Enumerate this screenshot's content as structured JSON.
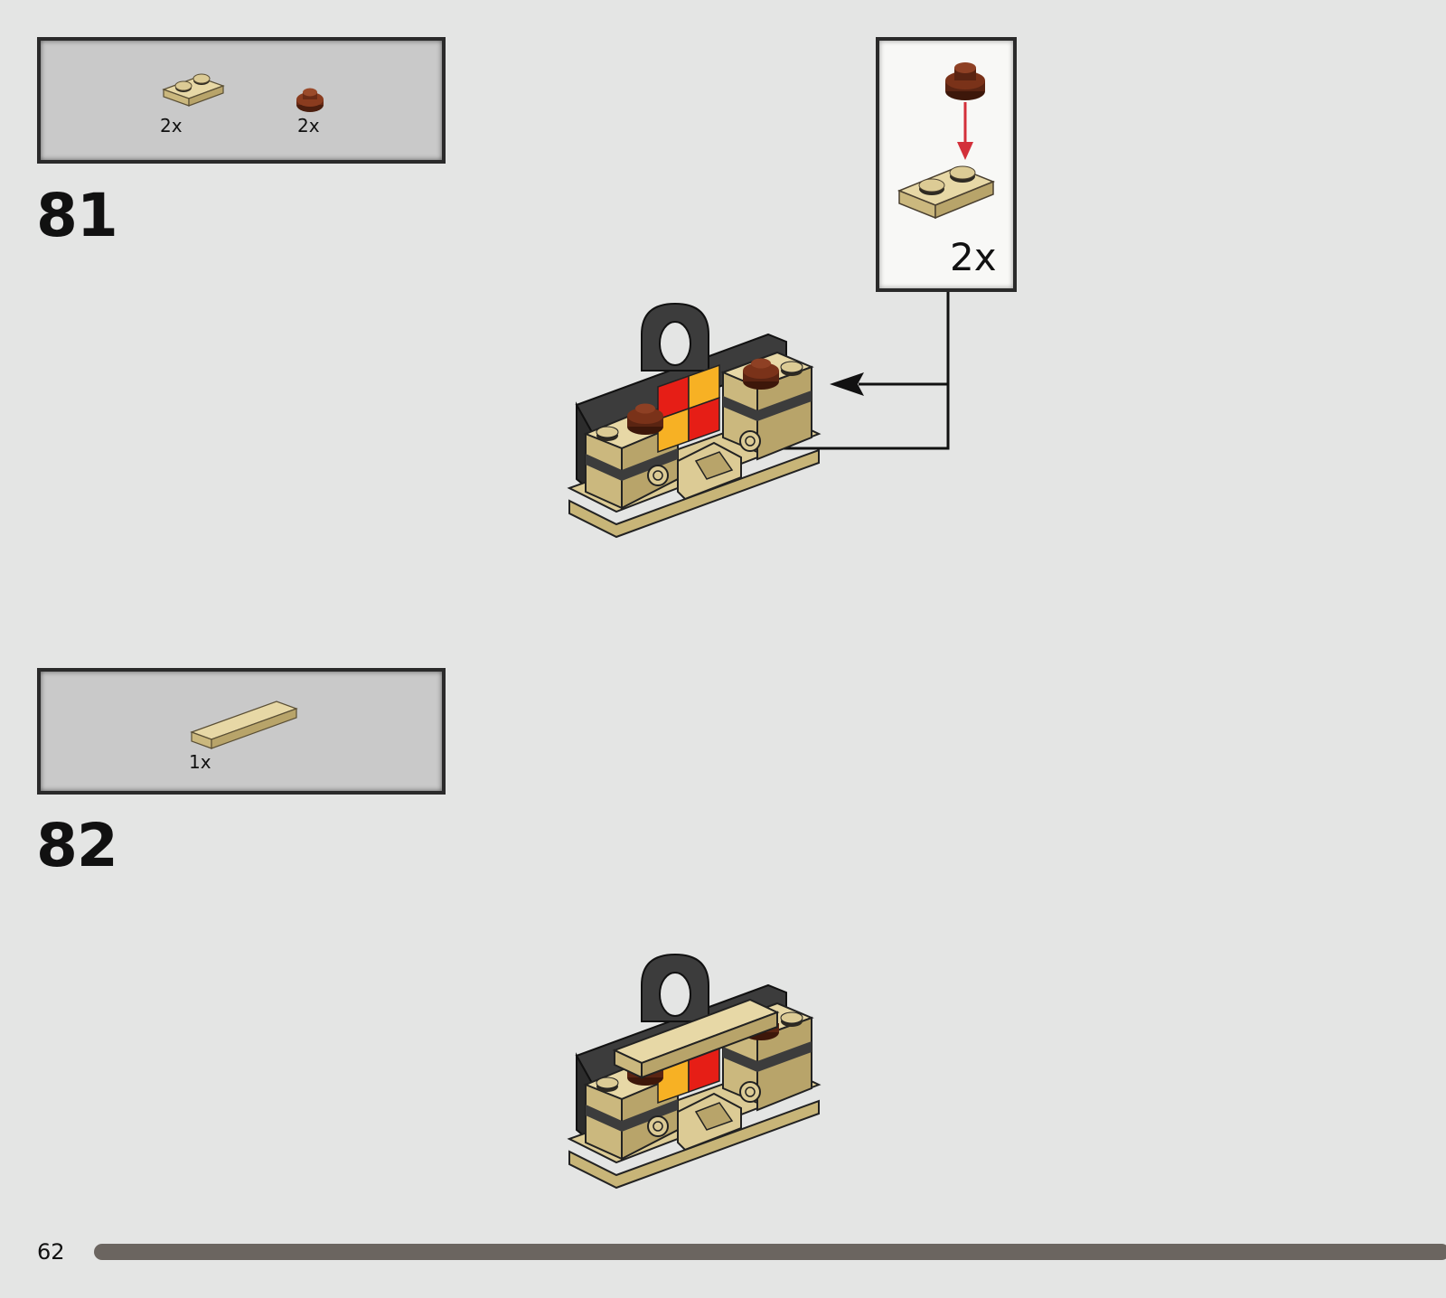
{
  "steps": [
    {
      "number": "81",
      "parts": [
        {
          "icon": "tan-plate-1x2-icon",
          "qty": "2x"
        },
        {
          "icon": "brown-round-plate-1x1-icon",
          "qty": "2x"
        }
      ],
      "callout": {
        "qty": "2x"
      }
    },
    {
      "number": "82",
      "parts": [
        {
          "icon": "tan-tile-1x4-icon",
          "qty": "1x"
        }
      ]
    }
  ],
  "footer": {
    "page_number": "62"
  },
  "colors": {
    "background": "#e4e5e4",
    "parts_box": "#c9c9c9",
    "tan": "#dccb95",
    "reddish_brown": "#6a2b16",
    "dark_gray": "#3c3c3c",
    "red": "#e61e16",
    "orange": "#f7b124",
    "arrow_red": "#d3303a",
    "progress": "#6b6560"
  }
}
